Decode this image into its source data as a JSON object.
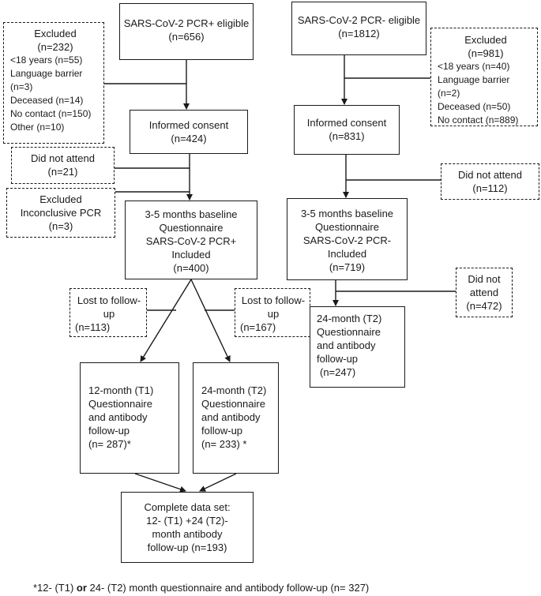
{
  "left": {
    "eligible": [
      "SARS-CoV-2 PCR+ eligible",
      "(n=656)"
    ],
    "excluded": [
      "Excluded",
      "(n=232)",
      "<18 years (n=55)",
      "Language barrier",
      "(n=3)",
      "Deceased (n=14)",
      "No contact (n=150)",
      "Other (n=10)"
    ],
    "consent": [
      "Informed consent",
      "(n=424)"
    ],
    "did_not_attend": [
      "Did not attend",
      "(n=21)"
    ],
    "inconclusive": [
      "Excluded",
      "Inconclusive PCR",
      "(n=3)"
    ],
    "baseline": [
      "3-5 months baseline",
      "Questionnaire",
      "SARS-CoV-2 PCR+",
      "Included",
      "(n=400)"
    ],
    "lost_t1": [
      "Lost to follow-",
      "up",
      "(n=113)"
    ],
    "lost_t2": [
      "Lost to follow-",
      "up",
      "(n=167)"
    ],
    "t1": [
      "12-month (T1)",
      "Questionnaire",
      "and antibody",
      "follow-up",
      "(n= 287)*"
    ],
    "t2": [
      "24-month (T2)",
      "Questionnaire",
      "and antibody",
      "follow-up",
      "(n= 233) *"
    ],
    "complete": [
      "Complete data set:",
      "12- (T1) +24 (T2)-",
      "month antibody",
      "follow-up (n=193)"
    ]
  },
  "right": {
    "eligible": [
      "SARS-CoV-2 PCR- eligible",
      "(n=1812)"
    ],
    "excluded": [
      "Excluded",
      "(n=981)",
      "<18 years (n=40)",
      "Language barrier",
      "(n=2)",
      "Deceased (n=50)",
      "No contact (n=889)"
    ],
    "consent": [
      "Informed consent",
      "(n=831)"
    ],
    "did_not_attend_1": [
      "Did not attend",
      "(n=112)"
    ],
    "baseline": [
      "3-5 months baseline",
      "Questionnaire",
      "SARS-CoV-2 PCR-",
      "Included",
      "(n=719)"
    ],
    "did_not_attend_2": [
      "Did not",
      "attend",
      "(n=472)"
    ],
    "t2": [
      "24-month (T2)",
      "Questionnaire",
      "and antibody",
      "follow-up",
      "(n=247)"
    ]
  },
  "footnote": {
    "part1": "*12- (T1) ",
    "bold": "or",
    "part2": " 24- (T2) month questionnaire and antibody follow-up (n= 327)"
  }
}
